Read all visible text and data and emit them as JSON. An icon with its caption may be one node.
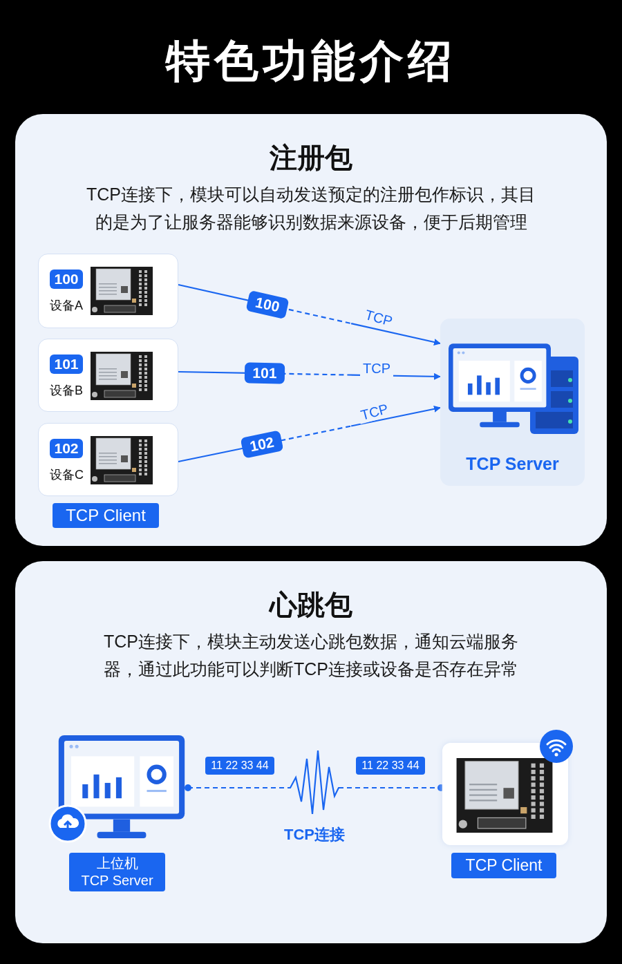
{
  "diagram": {
    "title": "特色功能介绍",
    "nodes": [
      {
        "text": [
          "注册包",
          "TCP连接下，模块可以自动发送预定的注册包作标识，其目的是为了让服务器能够识别数据来源设备，便于后期管理"
        ]
      },
      {
        "text": [
          "100",
          "设备A"
        ],
        "in": 0
      },
      {
        "text": [
          "101",
          "设备B"
        ],
        "in": 0
      },
      {
        "text": [
          "102",
          "设备C"
        ],
        "in": 0
      },
      {
        "text": [
          "TCP Server"
        ],
        "in": 0
      },
      {
        "text": [
          "心跳包",
          "TCP连接下，模块主动发送心跳包数据，通知云端服务器，通过此功能可以判断TCP连接或设备是否存在异常"
        ]
      },
      {
        "text": [],
        "shape": "picture",
        "in": 5,
        "beside": [
          "上位机 TCP Server"
        ]
      },
      {
        "text": [],
        "shape": "picture",
        "in": 5,
        "beside": [
          "TCP Client"
        ]
      }
    ],
    "edges": [
      {
        "from": 1,
        "to": 4,
        "arrow": "to",
        "label": "100"
      },
      {
        "from": 2,
        "to": 4,
        "arrow": "to",
        "label": "101"
      },
      {
        "from": 3,
        "to": 4,
        "arrow": "to",
        "label": "102"
      },
      {
        "from": 6,
        "to": 7,
        "arrow": "other",
        "label": "TCP连接"
      }
    ],
    "labels": [
      "TCP",
      "TCP",
      "TCP",
      "TCP Client",
      "11 22 33 44",
      "11 22 33 44"
    ]
  }
}
